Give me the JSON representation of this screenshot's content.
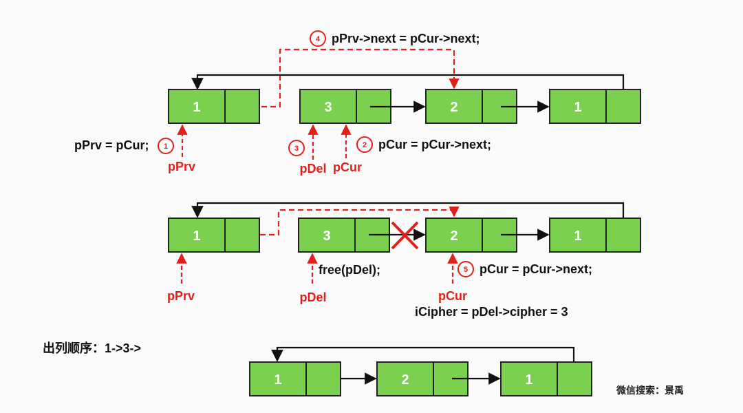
{
  "row1": {
    "nodes": [
      "1",
      "3",
      "2",
      "1"
    ],
    "step4": {
      "num": "4",
      "code": "pPrv->next = pCur->next;"
    },
    "step1": {
      "num": "1",
      "code": "pPrv = pCur;"
    },
    "step3": {
      "num": "3"
    },
    "step2": {
      "num": "2",
      "code": "pCur = pCur->next;"
    },
    "pointers": {
      "pPrv": "pPrv",
      "pDel": "pDel",
      "pCur": "pCur"
    }
  },
  "row2": {
    "nodes": [
      "1",
      "3",
      "2",
      "1"
    ],
    "free_code": "free(pDel);",
    "step5": {
      "num": "5",
      "code": "pCur = pCur->next;"
    },
    "cipher_code": "iCipher = pDel->cipher = 3",
    "pointers": {
      "pPrv": "pPrv",
      "pDel": "pDel",
      "pCur": "pCur"
    }
  },
  "order_label": "出列顺序：1->3->",
  "row3": {
    "nodes": [
      "1",
      "2",
      "1"
    ]
  },
  "watermark": "微信搜索：景禹",
  "colors": {
    "node_fill": "#7bd14f",
    "node_stroke": "#222222",
    "accent_red": "#e0201b",
    "arrow": "#111111",
    "background": "#fafafa"
  }
}
